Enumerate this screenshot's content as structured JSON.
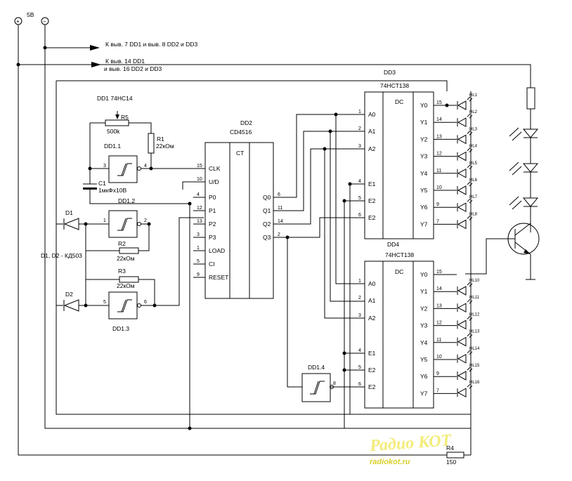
{
  "power": {
    "plus_symbol": "+",
    "minus_symbol": "−",
    "voltage": "5В"
  },
  "supply_notes": {
    "gnd_note": "К выв. 7 DD1 и выв. 8 DD2 и DD3",
    "vcc_note_1": "К выв. 14 DD1",
    "vcc_note_2": "и выв. 16 DD2 и DD3"
  },
  "dd1": {
    "title": "DD1 74HC14",
    "gate1": "DD1.1",
    "gate2": "DD1.2",
    "gate3": "DD1.3",
    "gate4": "DD1.4"
  },
  "components": {
    "r5": "R5",
    "r5_val": "500k",
    "r1": "R1",
    "r1_val": "22кОм",
    "c1": "C1",
    "c1_val": "1мкФх10В",
    "r2": "R2",
    "r2_val": "22кОм",
    "r3": "R3",
    "r3_val": "22кОм",
    "d1": "D1",
    "d2": "D2",
    "diode_note": "D1, D2 - КД503",
    "r4": "R4",
    "r4_val": "150"
  },
  "dd2": {
    "name": "DD2",
    "part": "CD4516",
    "func": "CT",
    "left_pins": [
      {
        "num": "15",
        "name": "CLK"
      },
      {
        "num": "10",
        "name": "U/D"
      },
      {
        "num": "4",
        "name": "P0"
      },
      {
        "num": "12",
        "name": "P1"
      },
      {
        "num": "13",
        "name": "P2"
      },
      {
        "num": "3",
        "name": "P3"
      },
      {
        "num": "1",
        "name": "LOAD"
      },
      {
        "num": "5",
        "name": "CI"
      },
      {
        "num": "9",
        "name": "RESET"
      }
    ],
    "right_pins": [
      {
        "num": "6",
        "name": "Q0"
      },
      {
        "num": "11",
        "name": "Q1"
      },
      {
        "num": "14",
        "name": "Q2"
      },
      {
        "num": "2",
        "name": "Q3"
      }
    ]
  },
  "dd3": {
    "name": "DD3",
    "part": "74HCT138",
    "func": "DC",
    "inputs": [
      {
        "num": "1",
        "name": "A0"
      },
      {
        "num": "2",
        "name": "A1"
      },
      {
        "num": "3",
        "name": "A2"
      },
      {
        "num": "4",
        "name": "E1"
      },
      {
        "num": "5",
        "name": "E2"
      },
      {
        "num": "6",
        "name": "E2"
      }
    ],
    "outputs": [
      {
        "num": "15",
        "name": "Y0"
      },
      {
        "num": "14",
        "name": "Y1"
      },
      {
        "num": "13",
        "name": "Y2"
      },
      {
        "num": "12",
        "name": "Y3"
      },
      {
        "num": "11",
        "name": "Y4"
      },
      {
        "num": "10",
        "name": "Y5"
      },
      {
        "num": "9",
        "name": "Y6"
      },
      {
        "num": "7",
        "name": "Y7"
      }
    ],
    "leds": [
      "HL1",
      "HL2",
      "HL3",
      "HL4",
      "HL5",
      "HL6",
      "HL7",
      "HL8"
    ]
  },
  "dd4": {
    "name": "DD4",
    "part": "74HCT138",
    "func": "DC",
    "inputs": [
      {
        "num": "1",
        "name": "A0"
      },
      {
        "num": "2",
        "name": "A1"
      },
      {
        "num": "3",
        "name": "A2"
      },
      {
        "num": "4",
        "name": "E1"
      },
      {
        "num": "5",
        "name": "E2"
      },
      {
        "num": "6",
        "name": "E2"
      }
    ],
    "outputs": [
      {
        "num": "15",
        "name": "Y0"
      },
      {
        "num": "14",
        "name": "Y1"
      },
      {
        "num": "13",
        "name": "Y2"
      },
      {
        "num": "12",
        "name": "Y3"
      },
      {
        "num": "11",
        "name": "Y4"
      },
      {
        "num": "10",
        "name": "Y5"
      },
      {
        "num": "9",
        "name": "Y6"
      },
      {
        "num": "7",
        "name": "Y7"
      }
    ],
    "leds": [
      "HL10",
      "HL11",
      "HL12",
      "HL13",
      "HL14",
      "HL15",
      "HL16"
    ]
  },
  "pins": {
    "dd11_in": "3",
    "dd11_out": "4",
    "dd12_in": "1",
    "dd12_out": "2",
    "dd13_in": "5",
    "dd13_out": "6",
    "dd14_out": "8"
  },
  "watermark": {
    "line1": "Радио КОТ",
    "line2": "radiokot.ru"
  }
}
